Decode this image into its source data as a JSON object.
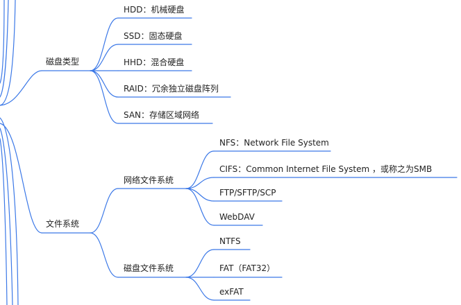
{
  "colors": {
    "line": "#3b78e7",
    "text": "#222222",
    "background": "#ffffff"
  },
  "mindmap": {
    "disk_types": {
      "label": "磁盘类型",
      "children": [
        "HDD：机械硬盘",
        "SSD：固态硬盘",
        "HHD：混合硬盘",
        "RAID：冗余独立磁盘阵列",
        "SAN：存储区域网络"
      ]
    },
    "file_systems": {
      "label": "文件系统",
      "network_fs": {
        "label": "网络文件系统",
        "children": [
          "NFS：Network File System",
          "CIFS：Common Internet File System ，或称之为SMB",
          "FTP/SFTP/SCP",
          "WebDAV"
        ]
      },
      "disk_fs": {
        "label": "磁盘文件系统",
        "children": [
          "NTFS",
          "FAT（FAT32）",
          "exFAT"
        ]
      }
    }
  }
}
